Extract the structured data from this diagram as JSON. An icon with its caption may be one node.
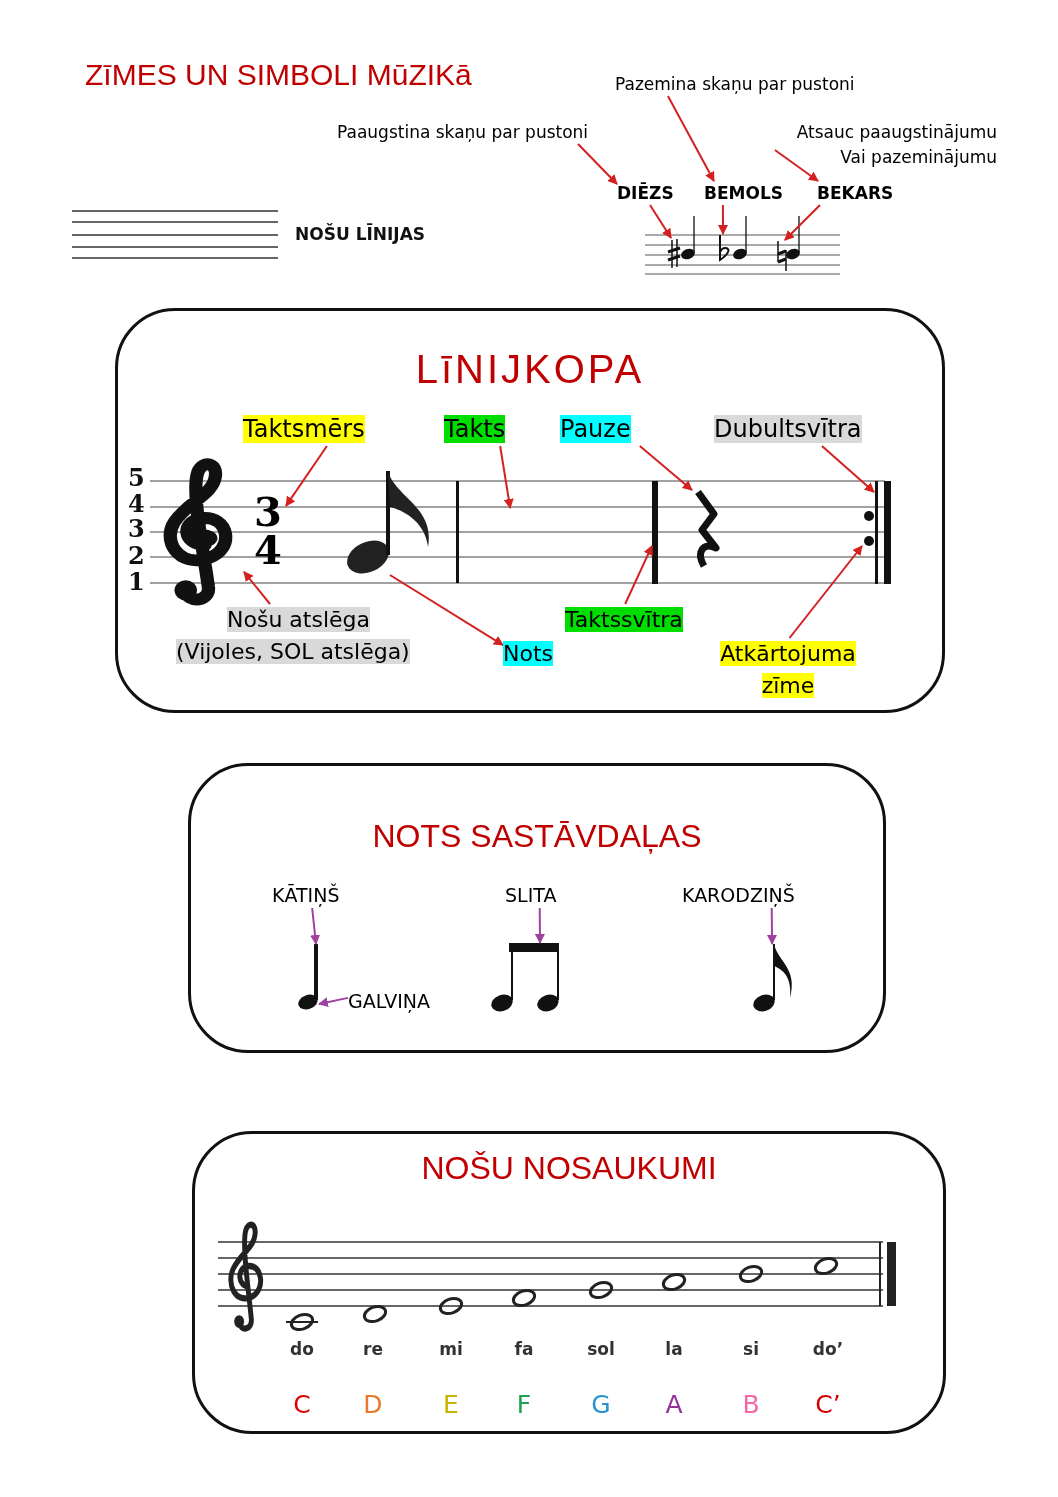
{
  "diagram": {
    "title": "ZīMES UN SIMBOLI MūZIKā",
    "nodes": [
      {
        "text": [
          "Paaugstina skaņu par pustoni"
        ]
      },
      {
        "text": [
          "Pazemina skaņu par pustoni"
        ]
      },
      {
        "text": [
          "Atsauc paaugstinājumu Vai pazeminājumu"
        ]
      },
      {
        "text": [
          "DIĒZS"
        ]
      },
      {
        "text": [
          "BEMOLS"
        ]
      },
      {
        "text": [
          "BEKARS"
        ]
      },
      {
        "text": [],
        "shape": "picture"
      },
      {
        "text": [],
        "shape": "picture"
      },
      {
        "text": [],
        "shape": "picture"
      },
      {
        "text": [
          "LīNIJKOPA"
        ]
      },
      {
        "text": [
          "Taktsmērs"
        ],
        "in": 9
      },
      {
        "text": [
          "Takts"
        ],
        "in": 9
      },
      {
        "text": [
          "Pauze"
        ],
        "in": 9
      },
      {
        "text": [
          "Dubultsvītra"
        ],
        "in": 9
      },
      {
        "text": [
          "Nošu atslēga"
        ],
        "beside": [
          "(Vijoles, SOL atslēga)"
        ],
        "in": 9
      },
      {
        "text": [
          "Nots"
        ],
        "in": 9
      },
      {
        "text": [
          "Taktssvītra"
        ],
        "in": 9
      },
      {
        "text": [
          "Atkārtojuma zīme"
        ],
        "in": 9
      },
      {
        "text": [
          "3",
          "4"
        ],
        "in": 9
      },
      {
        "text": [],
        "shape": "picture",
        "in": 9
      },
      {
        "text": [],
        "shape": "picture",
        "in": 9
      },
      {
        "text": [],
        "shape": "bar",
        "in": 9
      },
      {
        "text": [],
        "shape": "picture",
        "in": 9
      },
      {
        "text": [],
        "shape": "picture",
        "in": 9
      },
      {
        "text": [],
        "shape": "picture",
        "in": 9
      },
      {
        "text": [
          "NOTS SASTĀVDAĻAS"
        ]
      },
      {
        "text": [
          "KĀTIŅŠ"
        ],
        "in": 25
      },
      {
        "text": [
          "SLITA"
        ],
        "in": 25
      },
      {
        "text": [
          "KARODZIŅŠ"
        ],
        "in": 25
      },
      {
        "text": [
          "GALVIŅA"
        ],
        "in": 25
      },
      {
        "text": [],
        "shape": "circle",
        "in": 25
      },
      {
        "text": [],
        "shape": "bar",
        "in": 25
      },
      {
        "text": [],
        "shape": "bar",
        "in": 25
      },
      {
        "text": [],
        "shape": "picture",
        "in": 25
      },
      {
        "text": [
          "NOŠU NOSAUKUMI"
        ]
      }
    ],
    "edges": [
      {
        "from": 0,
        "to": 3,
        "arrow": "to"
      },
      {
        "from": 1,
        "to": 4,
        "arrow": "to"
      },
      {
        "from": 2,
        "to": 5,
        "arrow": "to"
      },
      {
        "from": 3,
        "to": 6,
        "arrow": "to"
      },
      {
        "from": 4,
        "to": 7,
        "arrow": "to"
      },
      {
        "from": 5,
        "to": 8,
        "arrow": "to"
      },
      {
        "from": 10,
        "to": 18,
        "arrow": "to"
      },
      {
        "from": 11,
        "to": null,
        "arrow": "to"
      },
      {
        "from": 12,
        "to": 22,
        "arrow": "to"
      },
      {
        "from": 13,
        "to": 24,
        "arrow": "to"
      },
      {
        "from": 14,
        "to": 19,
        "arrow": "to"
      },
      {
        "from": 20,
        "to": 15,
        "arrow": "to"
      },
      {
        "from": 16,
        "to": 21,
        "arrow": "to"
      },
      {
        "from": 17,
        "to": 23,
        "arrow": "to"
      },
      {
        "from": 26,
        "to": 31,
        "arrow": "to",
        "color": "#a040a0"
      },
      {
        "from": 27,
        "to": 32,
        "arrow": "to",
        "color": "#a040a0"
      },
      {
        "from": 28,
        "to": 33,
        "arrow": "to",
        "color": "#a040a0"
      },
      {
        "from": 29,
        "to": 30,
        "arrow": "to",
        "color": "#a040a0"
      }
    ],
    "labels": [
      "NOŠU LĪNIJAS",
      "5",
      "4",
      "3",
      "2",
      "1",
      "do",
      "re",
      "mi",
      "fa",
      "sol",
      "la",
      "si",
      "do’",
      "C",
      "D",
      "E",
      "F",
      "G",
      "A",
      "B",
      "C’"
    ]
  }
}
